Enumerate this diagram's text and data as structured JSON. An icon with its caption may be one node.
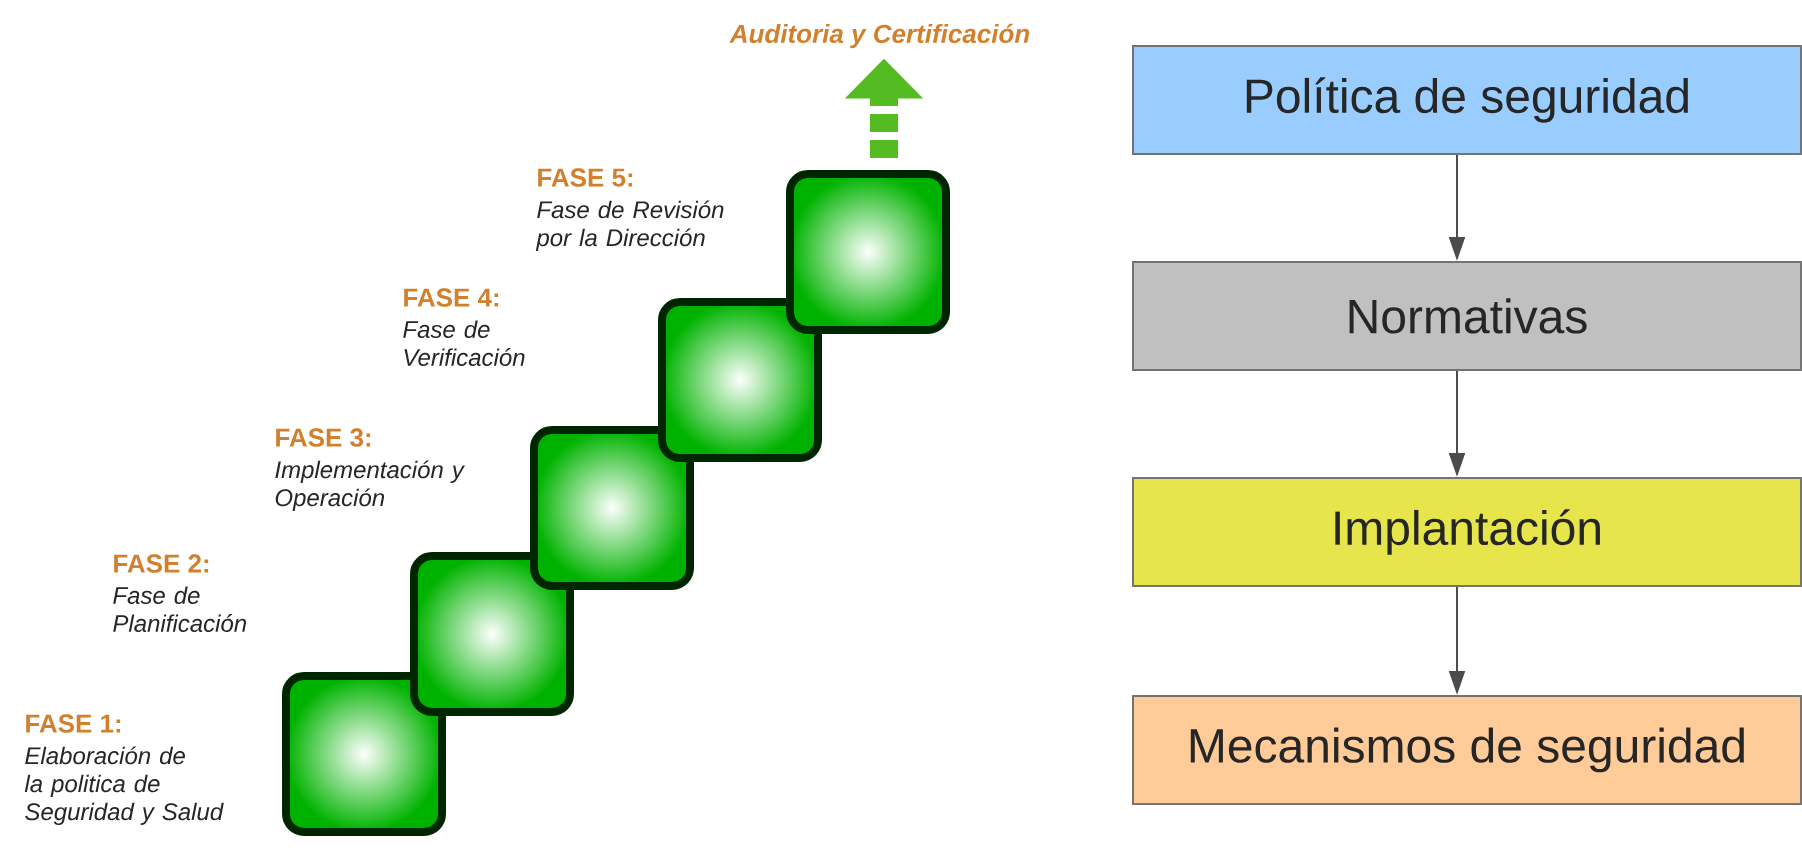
{
  "diagram": {
    "nodes": [
      {
        "text": [],
        "shape": "box",
        "beside": [
          "FASE 1:",
          "Elaboración de la politica de Seguridad y Salud"
        ]
      },
      {
        "text": [],
        "shape": "box",
        "beside": [
          "FASE 2:",
          "Fase de Planificación"
        ]
      },
      {
        "text": [],
        "shape": "box",
        "beside": [
          "FASE 3:",
          "Implementación y Operación"
        ]
      },
      {
        "text": [],
        "shape": "box",
        "beside": [
          "FASE 4:",
          "Fase de Verificación"
        ]
      },
      {
        "text": [],
        "shape": "box",
        "beside": [
          "FASE 5:",
          "Fase de Revisión por la Dirección"
        ]
      },
      {
        "text": [
          "Auditoria y Certificación"
        ]
      },
      {
        "text": [
          "Política de seguridad"
        ]
      },
      {
        "text": [
          "Normativas"
        ]
      },
      {
        "text": [
          "Implantación"
        ]
      },
      {
        "text": [
          "Mecanismos de seguridad"
        ]
      }
    ],
    "edges": [
      {
        "from": 4,
        "to": 5,
        "arrow": "to",
        "style": "dashed",
        "color": "#55bb22"
      },
      {
        "from": 6,
        "to": 7,
        "arrow": "to"
      },
      {
        "from": 7,
        "to": 8,
        "arrow": "to"
      },
      {
        "from": 8,
        "to": 9,
        "arrow": "to"
      }
    ]
  }
}
